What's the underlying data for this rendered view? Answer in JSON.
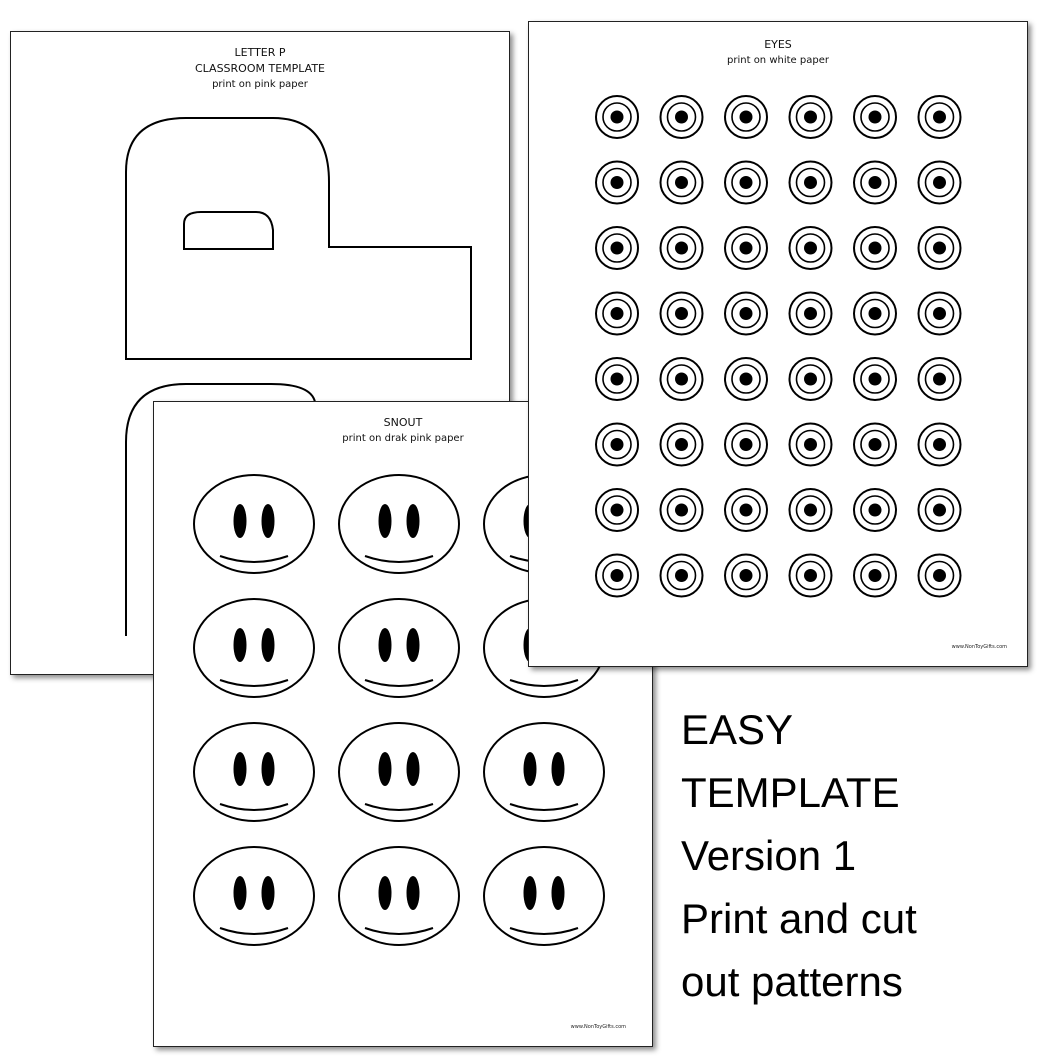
{
  "letter_sheet": {
    "title": "LETTER P",
    "subtitle": "CLASSROOM TEMPLATE",
    "note": "print on pink paper"
  },
  "snout_sheet": {
    "title": "SNOUT",
    "note": "print on drak pink paper",
    "footer": "www.NonToyGifts.com",
    "grid": {
      "rows": 4,
      "cols": 3
    }
  },
  "eyes_sheet": {
    "title": "EYES",
    "note": "print on white paper",
    "footer": "www.NonToyGifts.com",
    "grid": {
      "rows": 8,
      "cols": 6
    }
  },
  "caption": {
    "lines": [
      "EASY",
      "TEMPLATE",
      "Version 1",
      "Print and cut",
      "out patterns"
    ]
  },
  "colors": {
    "outline": "#000000",
    "paper": "#ffffff"
  }
}
